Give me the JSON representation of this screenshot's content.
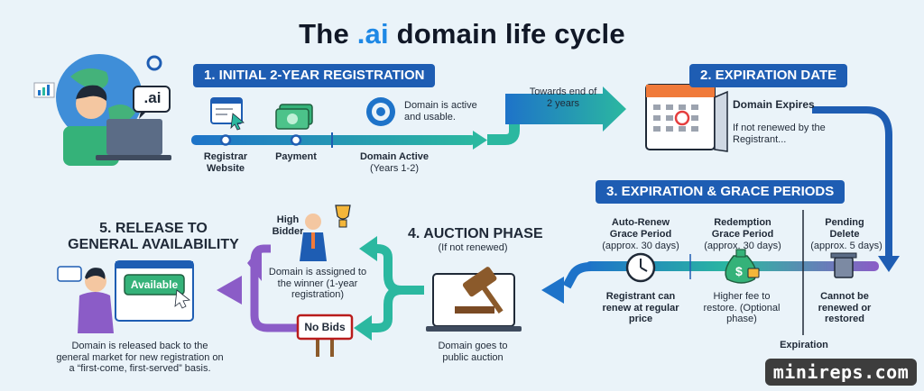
{
  "title": {
    "prefix": "The ",
    "accent": ".ai",
    "suffix": " domain life cycle"
  },
  "stage1": {
    "banner": "1. INITIAL 2-YEAR REGISTRATION",
    "ai_badge": ".ai",
    "domain_note": "Domain is active and usable.",
    "steps": [
      "Registrar Website",
      "Payment",
      "Domain Active"
    ],
    "active_years": "(Years 1-2)"
  },
  "transition": {
    "label": "Towards end of 2 years"
  },
  "stage2": {
    "banner": "2. EXPIRATION DATE",
    "heading": "Domain Expires",
    "note": "If not renewed by the Registrant..."
  },
  "stage3": {
    "banner": "3. EXPIRATION & GRACE PERIODS",
    "periods": [
      {
        "name": "Auto-Renew Grace Period",
        "duration": "(approx. 30 days)",
        "note": "Registrant can renew at regular price"
      },
      {
        "name": "Redemption Grace Period",
        "duration": "(approx. 30 days)",
        "note": "Higher fee to restore. (Optional phase)"
      },
      {
        "name": "Pending Delete",
        "duration": "(approx. 5 days)",
        "note": "Cannot be renewed or restored"
      }
    ],
    "expiration_label": "Expiration"
  },
  "stage4": {
    "heading": "4. AUCTION PHASE",
    "subheading": "(If not renewed)",
    "note": "Domain goes to public auction",
    "high_bidder": "High Bidder",
    "assigned_note": "Domain is assigned to the winner (1-year registration)",
    "no_bids": "No Bids"
  },
  "stage5": {
    "heading": "5. RELEASE TO GENERAL AVAILABILITY",
    "available": "Available",
    "note": "Domain is released back to the general market for new registration on a “first-come, first-served” basis."
  },
  "watermark": "minireps.com",
  "colors": {
    "banner": "#1e5db3",
    "flow_blue": "#1e73c9",
    "flow_teal": "#2bb8a0",
    "flow_purple": "#8b5cc7",
    "accent": "#1e88e5"
  }
}
